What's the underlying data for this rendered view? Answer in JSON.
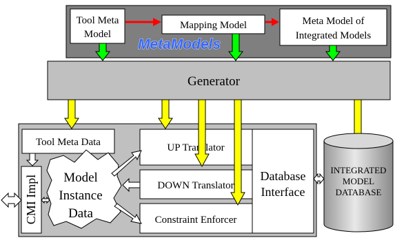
{
  "metamodels": {
    "label": "MetaModels",
    "tool_meta_model": [
      "Tool Meta",
      "Model"
    ],
    "mapping_model": "Mapping Model",
    "integrated_meta_model": [
      "Meta Model of",
      "Integrated Models"
    ]
  },
  "generator": {
    "label": "Generator"
  },
  "framework": {
    "tool_meta_data": "Tool Meta Data",
    "cmi_impl": "CMI Impl",
    "model_instance_data": [
      "Model",
      "Instance",
      "Data"
    ],
    "up_translator": "UP Translator",
    "down_translator": "DOWN Translator",
    "constraint_enforcer": "Constraint Enforcer",
    "database_interface": [
      "Database",
      "Interface"
    ]
  },
  "database": {
    "label": [
      "INTEGRATED",
      "MODEL",
      "DATABASE"
    ]
  },
  "colors": {
    "metamodels_panel": "#7f7f7f",
    "generator_panel": "#c0c0c0",
    "framework_panel": "#c0c0c0",
    "green_arrow": "#00ff00",
    "yellow_arrow": "#ffff00",
    "red_arrow": "#ff0000",
    "metamodels_text": "#3366ff"
  }
}
